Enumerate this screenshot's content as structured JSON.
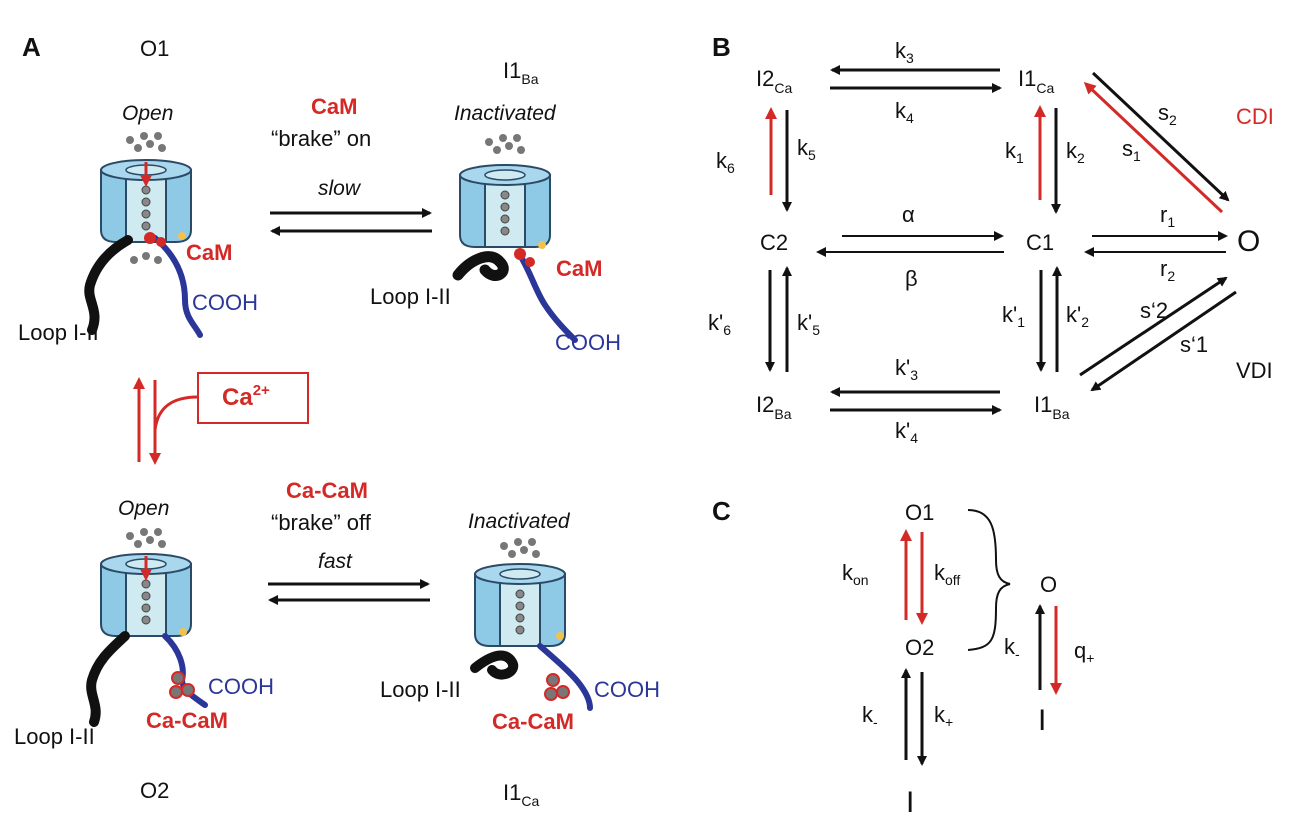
{
  "colors": {
    "red": "#d42a27",
    "blue": "#2b3699",
    "black": "#111111",
    "channel": "#8ec9e6",
    "channel_core": "#cfeaf1"
  },
  "panel_a": {
    "label": "A",
    "o1": "O1",
    "i1ba_main": "I1",
    "i1ba_sub": "Ba",
    "open_top": "Open",
    "inactivated_top": "Inactivated",
    "cam_top": "CaM",
    "brake_on": "“brake” on",
    "slow": "slow",
    "cam_left": "CaM",
    "cooh_left": "COOH",
    "loop_left": "Loop I-II",
    "cam_right": "CaM",
    "loop_right": "Loop I-II",
    "cooh_right": "COOH",
    "ca_main": "Ca",
    "ca_sup": "2+",
    "open_bottom": "Open",
    "inactivated_bottom": "Inactivated",
    "cacam_top": "Ca-CaM",
    "brake_off": "“brake” off",
    "fast": "fast",
    "cooh_bl": "COOH",
    "loop_bl": "Loop I-II",
    "cacam_bl": "Ca-CaM",
    "loop_br": "Loop I-II",
    "cooh_br": "COOH",
    "cacam_br": "Ca-CaM",
    "o2": "O2",
    "i1ca_main": "I1",
    "i1ca_sub": "Ca"
  },
  "panel_b": {
    "label": "B",
    "i2ca_main": "I2",
    "i2ca_sub": "Ca",
    "i1ca_main": "I1",
    "i1ca_sub": "Ca",
    "k3_main": "k",
    "k3_sub": "3",
    "k4_main": "k",
    "k4_sub": "4",
    "cdi": "CDI",
    "s2_main": "s",
    "s2_sub": "2",
    "s1_main": "s",
    "s1_sub": "1",
    "k6_main": "k",
    "k6_sub": "6",
    "k5_main": "k",
    "k5_sub": "5",
    "k1_main": "k",
    "k1_sub": "1",
    "k2_main": "k",
    "k2_sub": "2",
    "c2": "C2",
    "c1": "C1",
    "o": "O",
    "alpha": "α",
    "beta": "β",
    "r1_main": "r",
    "r1_sub": "1",
    "r2_main": "r",
    "r2_sub": "2",
    "kp6_main": "k'",
    "kp6_sub": "6",
    "kp5_main": "k'",
    "kp5_sub": "5",
    "kp1_main": "k'",
    "kp1_sub": "1",
    "kp2_main": "k'",
    "kp2_sub": "2",
    "sp2_main": "s‘2",
    "sp2_sub": "",
    "sp1_main": "s‘1",
    "sp1_sub": "",
    "vdi": "VDI",
    "kp3_main": "k'",
    "kp3_sub": "3",
    "kp4_main": "k'",
    "kp4_sub": "4",
    "i2ba_main": "I2",
    "i2ba_sub": "Ba",
    "i1ba_main": "I1",
    "i1ba_sub": "Ba"
  },
  "panel_c": {
    "label": "C",
    "o1": "O1",
    "o2": "O2",
    "o": "O",
    "kon_main": "k",
    "kon_sub": "on",
    "koff_main": "k",
    "koff_sub": "off",
    "km_main": "k",
    "km_sub": "-",
    "kp_main": "k",
    "kp_sub": "+",
    "km2_main": "k",
    "km2_sub": "-",
    "qp_main": "q",
    "qp_sub": "+",
    "i_left": "I",
    "i_right": "I"
  }
}
